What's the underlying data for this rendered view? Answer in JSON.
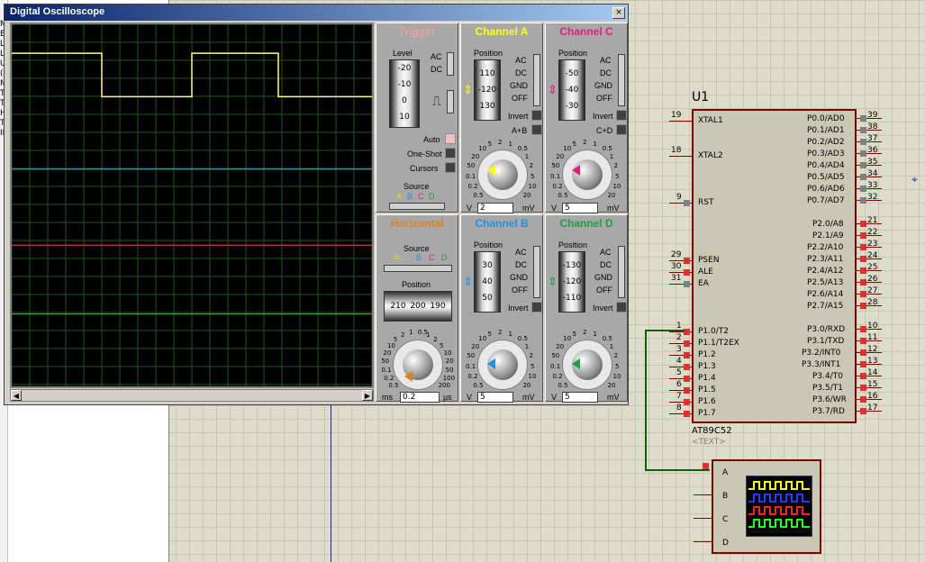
{
  "window": {
    "title": "Digital Oscilloscope",
    "close_label": "×"
  },
  "left_pane_letters": [
    "M",
    "E",
    "L",
    "L",
    "U",
    "(",
    "M",
    "T",
    "T",
    "H",
    "T",
    "IE"
  ],
  "trigger": {
    "title": "Trigger",
    "level_label": "Level",
    "level_ticks": [
      "-20",
      "-10",
      "0",
      "10"
    ],
    "coupling": [
      "AC",
      "DC"
    ],
    "mode_buttons": [
      "Auto",
      "One-Shot",
      "Cursors"
    ],
    "source_label": "Source",
    "source_options": [
      "A",
      "B",
      "C",
      "D"
    ],
    "colors": {
      "title": "#e8a0a0"
    }
  },
  "channels": [
    {
      "id": "A",
      "title": "Channel A",
      "color": "#ffff00",
      "position_label": "Position",
      "drum": [
        "110",
        "-120",
        "130"
      ],
      "coupling": [
        "AC",
        "DC",
        "GND",
        "OFF"
      ],
      "invert_label": "Invert",
      "combine_label": "A+B",
      "knob_ticks": [
        "0.5",
        "0.2",
        "0.1",
        "50",
        "20",
        "10",
        "5",
        "2",
        "1",
        "0.5",
        "1",
        "2",
        "5",
        "10",
        "20"
      ],
      "volts_unit": "V",
      "volts_value": "2",
      "mv_unit": "mV"
    },
    {
      "id": "C",
      "title": "Channel C",
      "color": "#e0207a",
      "position_label": "Position",
      "drum": [
        "-50",
        "-40",
        "-30"
      ],
      "coupling": [
        "AC",
        "DC",
        "GND",
        "OFF"
      ],
      "invert_label": "Invert",
      "combine_label": "C+D",
      "knob_ticks": [
        "0.5",
        "0.2",
        "0.1",
        "50",
        "20",
        "10",
        "5",
        "2",
        "1",
        "0.5",
        "1",
        "2",
        "5",
        "10",
        "20"
      ],
      "volts_unit": "V",
      "volts_value": "5",
      "mv_unit": "mV"
    },
    {
      "id": "B",
      "title": "Channel B",
      "color": "#2090e0",
      "position_label": "Position",
      "drum": [
        "30",
        "40",
        "50"
      ],
      "coupling": [
        "AC",
        "DC",
        "GND",
        "OFF"
      ],
      "invert_label": "Invert",
      "combine_label": "",
      "knob_ticks": [
        "0.5",
        "0.2",
        "0.1",
        "50",
        "20",
        "10",
        "5",
        "2",
        "1",
        "0.5",
        "1",
        "2",
        "5",
        "10",
        "20"
      ],
      "volts_unit": "V",
      "volts_value": "5",
      "mv_unit": "mV"
    },
    {
      "id": "D",
      "title": "Channel D",
      "color": "#20a040",
      "position_label": "Position",
      "drum": [
        "-130",
        "-120",
        "-110"
      ],
      "coupling": [
        "AC",
        "DC",
        "GND",
        "OFF"
      ],
      "invert_label": "Invert",
      "combine_label": "",
      "knob_ticks": [
        "0.5",
        "0.2",
        "0.1",
        "50",
        "20",
        "10",
        "5",
        "2",
        "1",
        "0.5",
        "1",
        "2",
        "5",
        "10",
        "20"
      ],
      "volts_unit": "V",
      "volts_value": "5",
      "mv_unit": "mV"
    }
  ],
  "horizontal": {
    "title": "Horizontal",
    "source_label": "Source",
    "source_options": [
      "A",
      "B",
      "C",
      "D"
    ],
    "position_label": "Position",
    "drum": [
      "210",
      "200",
      "190"
    ],
    "knob_ticks": [
      "0.5",
      "0.2",
      "0.1",
      "50",
      "20",
      "10",
      "5",
      "2",
      "1",
      "0.5",
      "1",
      "2",
      "5",
      "10",
      "20",
      "50",
      "100",
      "200"
    ],
    "ms_unit": "ms",
    "value": "0.2",
    "us_unit": "µs",
    "color": "#e08020"
  },
  "scope_traces": {
    "colors": {
      "A": "#ffff80",
      "B": "#40a0c0",
      "C": "#c04060",
      "D": "#40a040"
    },
    "levels": {
      "A_high": 0.92,
      "A_low": 0.8,
      "B": 0.6,
      "C": 0.39,
      "D": 0.2
    },
    "A_edges": [
      0.25,
      0.5,
      0.74
    ]
  },
  "chip": {
    "ref": "U1",
    "part": "AT89C52",
    "text_label": "<TEXT>",
    "left_pins": [
      {
        "num": "19",
        "label": "XTAL1"
      },
      {
        "num": "18",
        "label": "XTAL2"
      },
      {
        "num": "9",
        "label": "RST"
      },
      {
        "num": "29",
        "label": "PSEN"
      },
      {
        "num": "30",
        "label": "ALE"
      },
      {
        "num": "31",
        "label": "EA"
      },
      {
        "num": "1",
        "label": "P1.0/T2"
      },
      {
        "num": "2",
        "label": "P1.1/T2EX"
      },
      {
        "num": "3",
        "label": "P1.2"
      },
      {
        "num": "4",
        "label": "P1.3"
      },
      {
        "num": "5",
        "label": "P1.4"
      },
      {
        "num": "6",
        "label": "P1.5"
      },
      {
        "num": "7",
        "label": "P1.6"
      },
      {
        "num": "8",
        "label": "P1.7"
      }
    ],
    "right_pins": [
      {
        "num": "39",
        "label": "P0.0/AD0"
      },
      {
        "num": "38",
        "label": "P0.1/AD1"
      },
      {
        "num": "37",
        "label": "P0.2/AD2"
      },
      {
        "num": "36",
        "label": "P0.3/AD3"
      },
      {
        "num": "35",
        "label": "P0.4/AD4"
      },
      {
        "num": "34",
        "label": "P0.5/AD5"
      },
      {
        "num": "33",
        "label": "P0.6/AD6"
      },
      {
        "num": "32",
        "label": "P0.7/AD7"
      },
      {
        "num": "21",
        "label": "P2.0/A8"
      },
      {
        "num": "22",
        "label": "P2.1/A9"
      },
      {
        "num": "23",
        "label": "P2.2/A10"
      },
      {
        "num": "24",
        "label": "P2.3/A11"
      },
      {
        "num": "25",
        "label": "P2.4/A12"
      },
      {
        "num": "26",
        "label": "P2.5/A13"
      },
      {
        "num": "27",
        "label": "P2.6/A14"
      },
      {
        "num": "28",
        "label": "P2.7/A15"
      },
      {
        "num": "10",
        "label": "P3.0/RXD"
      },
      {
        "num": "11",
        "label": "P3.1/TXD"
      },
      {
        "num": "12",
        "label": "P3.2/INT0"
      },
      {
        "num": "13",
        "label": "P3.3/INT1"
      },
      {
        "num": "14",
        "label": "P3.4/T0"
      },
      {
        "num": "15",
        "label": "P3.5/T1"
      },
      {
        "num": "16",
        "label": "P3.6/WR"
      },
      {
        "num": "17",
        "label": "P3.7/RD"
      }
    ],
    "colors": {
      "body": "#c8c8b4",
      "outline": "#800000",
      "pin_red": "#e03030",
      "pin_gray": "#808080"
    }
  },
  "probe": {
    "inputs": [
      "A",
      "B",
      "C",
      "D"
    ]
  }
}
